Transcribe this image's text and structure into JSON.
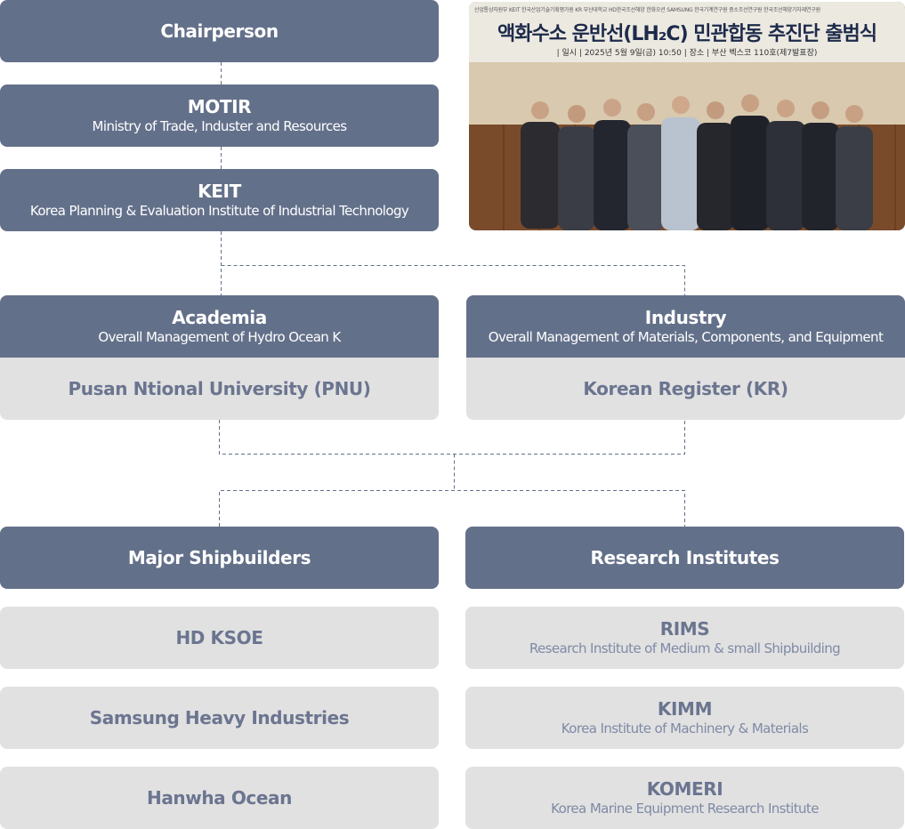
{
  "chairperson": {
    "title": "Chairperson"
  },
  "motir": {
    "title": "MOTIR",
    "subtitle": "Ministry of Trade, Induster and Resources"
  },
  "keit": {
    "title": "KEIT",
    "subtitle": "Korea Planning & Evaluation Institute of Industrial Technology"
  },
  "academia": {
    "title": "Academia",
    "subtitle": "Overall Management of Hydro Ocean K",
    "member": "Pusan Ntional University (PNU)"
  },
  "industry": {
    "title": "Industry",
    "subtitle": "Overall Management of Materials, Components, and Equipment",
    "member": "Korean Register (KR)"
  },
  "shipbuilders": {
    "title": "Major Shipbuilders",
    "members": [
      "HD KSOE",
      "Samsung Heavy Industries",
      "Hanwha Ocean"
    ]
  },
  "research": {
    "title": "Research Institutes",
    "members": [
      {
        "name": "RIMS",
        "full": "Research Institute of Medium & small Shipbuilding"
      },
      {
        "name": "KIMM",
        "full": "Korea Institute of Machinery & Materials"
      },
      {
        "name": "KOMERI",
        "full": "Korea Marine Equipment Research Institute"
      }
    ]
  },
  "photo": {
    "logos": "산업통상자원부  KEIT 한국산업기술기획평가원  KR  부산대학교  HD한국조선해양  한화오션  SAMSUNG  한국기계연구원  중소조선연구원  한국조선해양기자재연구원",
    "title": "액화수소 운반선(LH₂C) 민관합동 추진단 출범식",
    "meta": "| 일시 |  2025년 5월 9일(금) 10:50          | 장소 |  부산 벡스코 110호(제7발표장)"
  },
  "colors": {
    "dark_box": "#63708a",
    "light_box": "#e1e1e1",
    "light_text": "#6b7590",
    "connector": "#63708a"
  }
}
